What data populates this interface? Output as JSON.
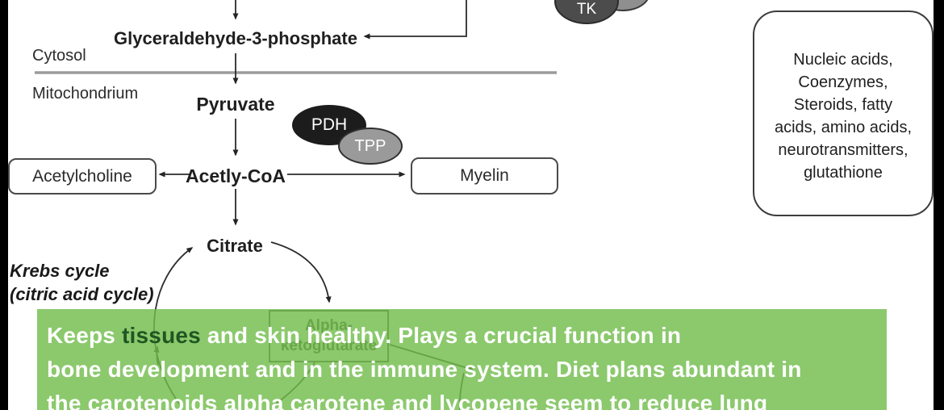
{
  "pathway": {
    "glyceraldehyde": "Glyceraldehyde-3-phosphate",
    "cytosol": "Cytosol",
    "mitochondrium": "Mitochondrium",
    "pyruvate": "Pyruvate",
    "pdh": "PDH",
    "tpp": "TPP",
    "tk": "TK",
    "acetylcholine": "Acetylcholine",
    "acetyl_coa": "Acetly-CoA",
    "myelin": "Myelin",
    "citrate": "Citrate",
    "krebs_line1": "Krebs cycle",
    "krebs_line2": "(citric acid cycle)",
    "alpha_kg_line1": "Alpha-",
    "alpha_kg_line2": "ketoglutarate"
  },
  "products_box": {
    "lines": [
      "Nucleic acids,",
      "Coenzymes,",
      "Steroids, fatty",
      "acids, amino acids,",
      "neurotransmitters,",
      "glutathione"
    ]
  },
  "caption": {
    "line1_pre": "Keeps ",
    "line1_highlight": "tissues",
    "line1_post": " and skin healthy. Plays a crucial function in",
    "line2": "bone development and in the immune system. Diet plans abundant in",
    "line3": "the carotenoids alpha carotene and lycopene seem to reduce lung"
  },
  "colors": {
    "overlay_green_rgba": "rgba(114,189,76,0.82)",
    "overlay_green_hex": "#8BC96C",
    "caption_text": "#FFFFFF",
    "caption_highlight": "#1F5722",
    "pdh_fill": "#1C1C1C",
    "tpp_fill": "#9A9A9A",
    "tk_fill": "#4C4C4C",
    "tk_back_fill": "#8F8F8F",
    "divider_gray": "#9B9B9B",
    "side_bar_black": "#000000",
    "diagram_text": "#242424"
  }
}
